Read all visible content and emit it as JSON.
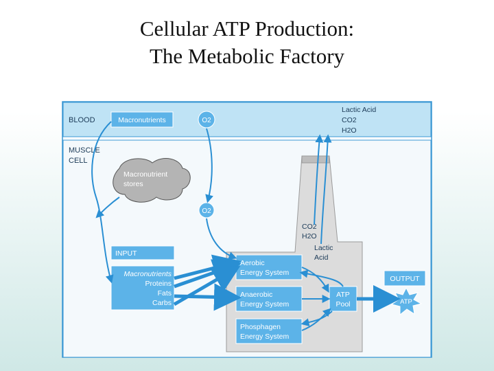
{
  "title": {
    "line1": "Cellular ATP Production:",
    "line2": "The Metabolic Factory"
  },
  "colors": {
    "box_blue": "#5cb3e8",
    "blood_band": "#bfe3f5",
    "border_blue": "#3a97d4",
    "factory_gray": "#dcdcdc",
    "arrow_blue": "#2a8fd3"
  },
  "diagram": {
    "blood_label": "BLOOD",
    "macronutrients_box": "Macronutrients",
    "o2_top": "O2",
    "o2_inner": "O2",
    "waste_top": [
      "Lactic Acid",
      "CO2",
      "H2O"
    ],
    "muscle_cell_label": [
      "MUSCLE",
      "CELL"
    ],
    "stores_cloud": [
      "Macronutrient",
      "stores"
    ],
    "chimney_gases": [
      "CO2",
      "H2O"
    ],
    "lactic_acid_inner": [
      "Lactic",
      "Acid"
    ],
    "input_box": "INPUT",
    "macro_list_title": "Macronutrients",
    "macro_list_items": [
      "Proteins",
      "Fats",
      "Carbs"
    ],
    "aerobic_box": [
      "Aerobic",
      "Energy System"
    ],
    "anaerobic_box": [
      "Anaerobic",
      "Energy System"
    ],
    "phosphagen_box": [
      "Phosphagen",
      "Energy System"
    ],
    "atp_pool_box": [
      "ATP",
      "Pool"
    ],
    "output_box": "OUTPUT",
    "atp_star": "ATP"
  }
}
